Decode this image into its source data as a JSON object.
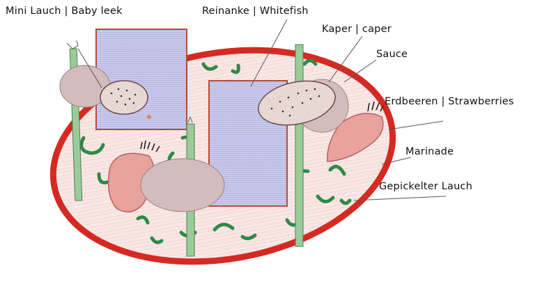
{
  "labels": {
    "mini_lauch": "Mini Lauch | Baby leek",
    "reinanke": "Reinanke | Whitefish",
    "kaper": "Kaper | caper",
    "sauce": "Sauce",
    "erdbeeren": "Erdbeeren | Strawberries",
    "marinade": "Marinade",
    "gepickelter_lauch": "Gepickelter Lauch"
  },
  "colors": {
    "plate_rim": "#d42a22",
    "plate_fill": "#f6e3e1",
    "fish": "#c8c8ec",
    "fish_border": "#b24c38",
    "sauce_blob": "#d4bcbc",
    "strawberry": "#e8a39e",
    "leek_green": "#9acc9a",
    "pickled_leek": "#2e8a46"
  }
}
